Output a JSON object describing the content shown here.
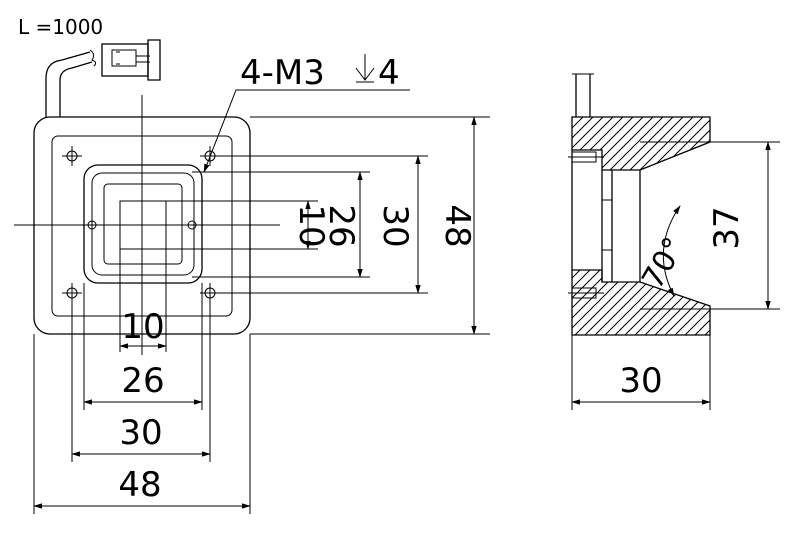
{
  "labels": {
    "cable_length": "L =1000",
    "hole_spec": "4-M3",
    "hole_depth": "4",
    "front_dim_10_h": "10",
    "front_dim_26_h": "26",
    "front_dim_30_h": "30",
    "front_dim_48_h": "48",
    "front_dim_10_v": "10",
    "front_dim_26_v": "26",
    "front_dim_30_v": "30",
    "front_dim_48_v": "48",
    "side_dim_37": "37",
    "side_dim_30": "30",
    "side_angle": "70°"
  }
}
